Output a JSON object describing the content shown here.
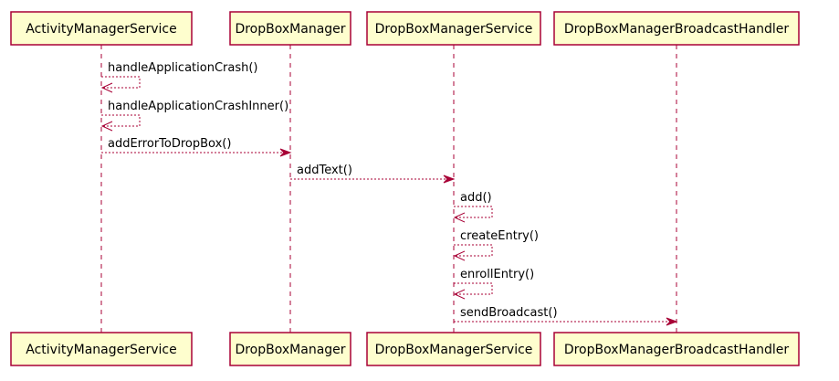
{
  "colors": {
    "border": "#A80036",
    "box_fill": "#FEFECE",
    "text": "#000000"
  },
  "participants": [
    {
      "id": "ams",
      "label": "ActivityManagerService"
    },
    {
      "id": "dbm",
      "label": "DropBoxManager"
    },
    {
      "id": "dbms",
      "label": "DropBoxManagerService"
    },
    {
      "id": "dbmbh",
      "label": "DropBoxManagerBroadcastHandler"
    }
  ],
  "messages": [
    {
      "from": "ams",
      "to": "ams",
      "label": "handleApplicationCrash()"
    },
    {
      "from": "ams",
      "to": "ams",
      "label": "handleApplicationCrashInner()"
    },
    {
      "from": "ams",
      "to": "dbm",
      "label": "addErrorToDropBox()"
    },
    {
      "from": "dbm",
      "to": "dbms",
      "label": "addText()"
    },
    {
      "from": "dbms",
      "to": "dbms",
      "label": "add()"
    },
    {
      "from": "dbms",
      "to": "dbms",
      "label": "createEntry()"
    },
    {
      "from": "dbms",
      "to": "dbms",
      "label": "enrollEntry()"
    },
    {
      "from": "dbms",
      "to": "dbmbh",
      "label": "sendBroadcast()"
    }
  ]
}
